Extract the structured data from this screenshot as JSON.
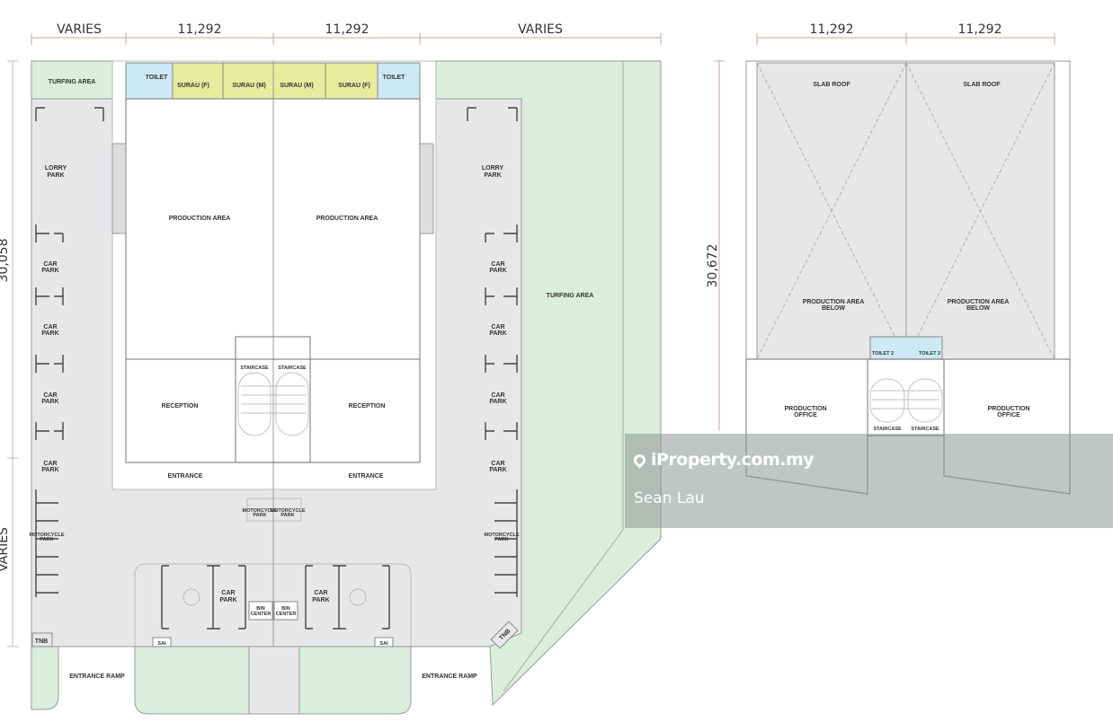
{
  "ground_floor": {
    "dimensions": {
      "top": [
        "VARIES",
        "11,292",
        "11,292",
        "VARIES"
      ],
      "left_total": "30,058",
      "left_lower": "VARIES"
    },
    "labels": {
      "turfing_area_top": "TURFING AREA",
      "toilet": "TOILET",
      "surau_f": "SURAU (F)",
      "surau_m": "SURAU (M)",
      "production_area": "PRODUCTION AREA",
      "reception": "RECEPTION",
      "entrance": "ENTRANCE",
      "staircase": "STAIRCASE",
      "lorry_park": [
        "LORRY",
        "PARK"
      ],
      "car_park": [
        "CAR",
        "PARK"
      ],
      "motorcycle_park": [
        "MOTORCYCLE",
        "PARK"
      ],
      "bin_center": [
        "BIN",
        "CENTER"
      ],
      "turfing_area_right": "TURFING AREA",
      "entrance_ramp": "ENTRANCE RAMP",
      "tnb": "TNB",
      "sai": "SAI"
    }
  },
  "first_floor": {
    "dimensions": {
      "top": [
        "11,292",
        "11,292"
      ],
      "left": "30,672"
    },
    "labels": {
      "slab_roof": "SLAB ROOF",
      "production_area_below": [
        "PRODUCTION AREA",
        "BELOW"
      ],
      "toilet_2": "TOILET 2",
      "production_office": [
        "PRODUCTION",
        "OFFICE"
      ],
      "staircase": "STAIRCASE"
    }
  },
  "watermark": {
    "brand": "iProperty.com.my",
    "user": "Sean Lau"
  },
  "colors": {
    "paved": "#e6e7e9",
    "turf": "#d9eedb",
    "toilet": "#cde9f5",
    "surau": "#e6ec9e",
    "dim_line": "#c9a59a"
  }
}
